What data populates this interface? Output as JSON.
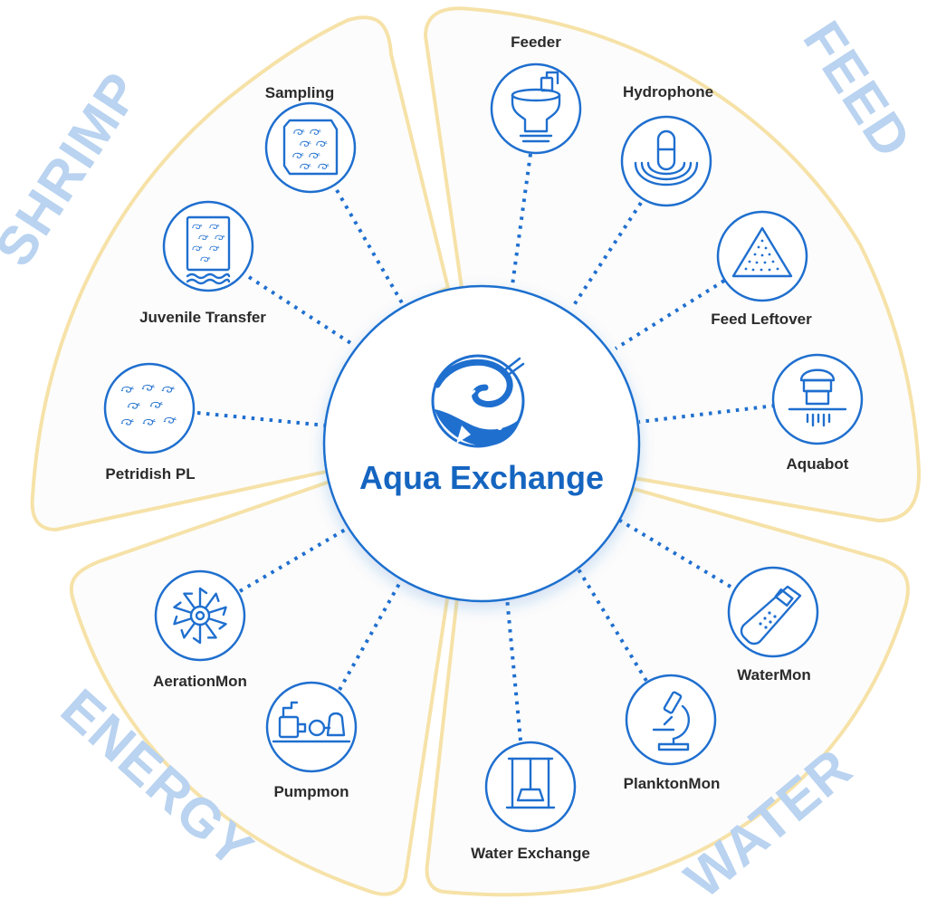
{
  "hub": {
    "title": "Aqua Exchange",
    "icon": "shrimp-fish-logo-icon"
  },
  "categories": {
    "shrimp": "SHRIMP",
    "feed": "FEED",
    "energy": "ENERGY",
    "water": "WATER"
  },
  "nodes": {
    "sampling": {
      "label": "Sampling",
      "icon": "shrimp-tray-icon"
    },
    "juvenile_transfer": {
      "label": "Juvenile Transfer",
      "icon": "shrimp-tank-icon"
    },
    "petridish_pl": {
      "label": "Petridish PL",
      "icon": "shrimp-larvae-icon"
    },
    "feeder": {
      "label": "Feeder",
      "icon": "feeder-icon"
    },
    "hydrophone": {
      "label": "Hydrophone",
      "icon": "hydrophone-icon"
    },
    "feed_leftover": {
      "label": "Feed Leftover",
      "icon": "feed-pile-icon"
    },
    "aquabot": {
      "label": "Aquabot",
      "icon": "aquabot-icon"
    },
    "aerationmon": {
      "label": "AerationMon",
      "icon": "paddlewheel-icon"
    },
    "pumpmon": {
      "label": "Pumpmon",
      "icon": "pump-icon"
    },
    "watermon": {
      "label": "WaterMon",
      "icon": "handheld-meter-icon"
    },
    "planktonmon": {
      "label": "PlanktonMon",
      "icon": "microscope-icon"
    },
    "water_exchange": {
      "label": "Water Exchange",
      "icon": "sluice-gate-icon"
    }
  },
  "colors": {
    "accent": "#1f6fcf",
    "sector_border": "#f6e2a8",
    "category_text": "#b9d3f0",
    "title": "#1565c0"
  }
}
